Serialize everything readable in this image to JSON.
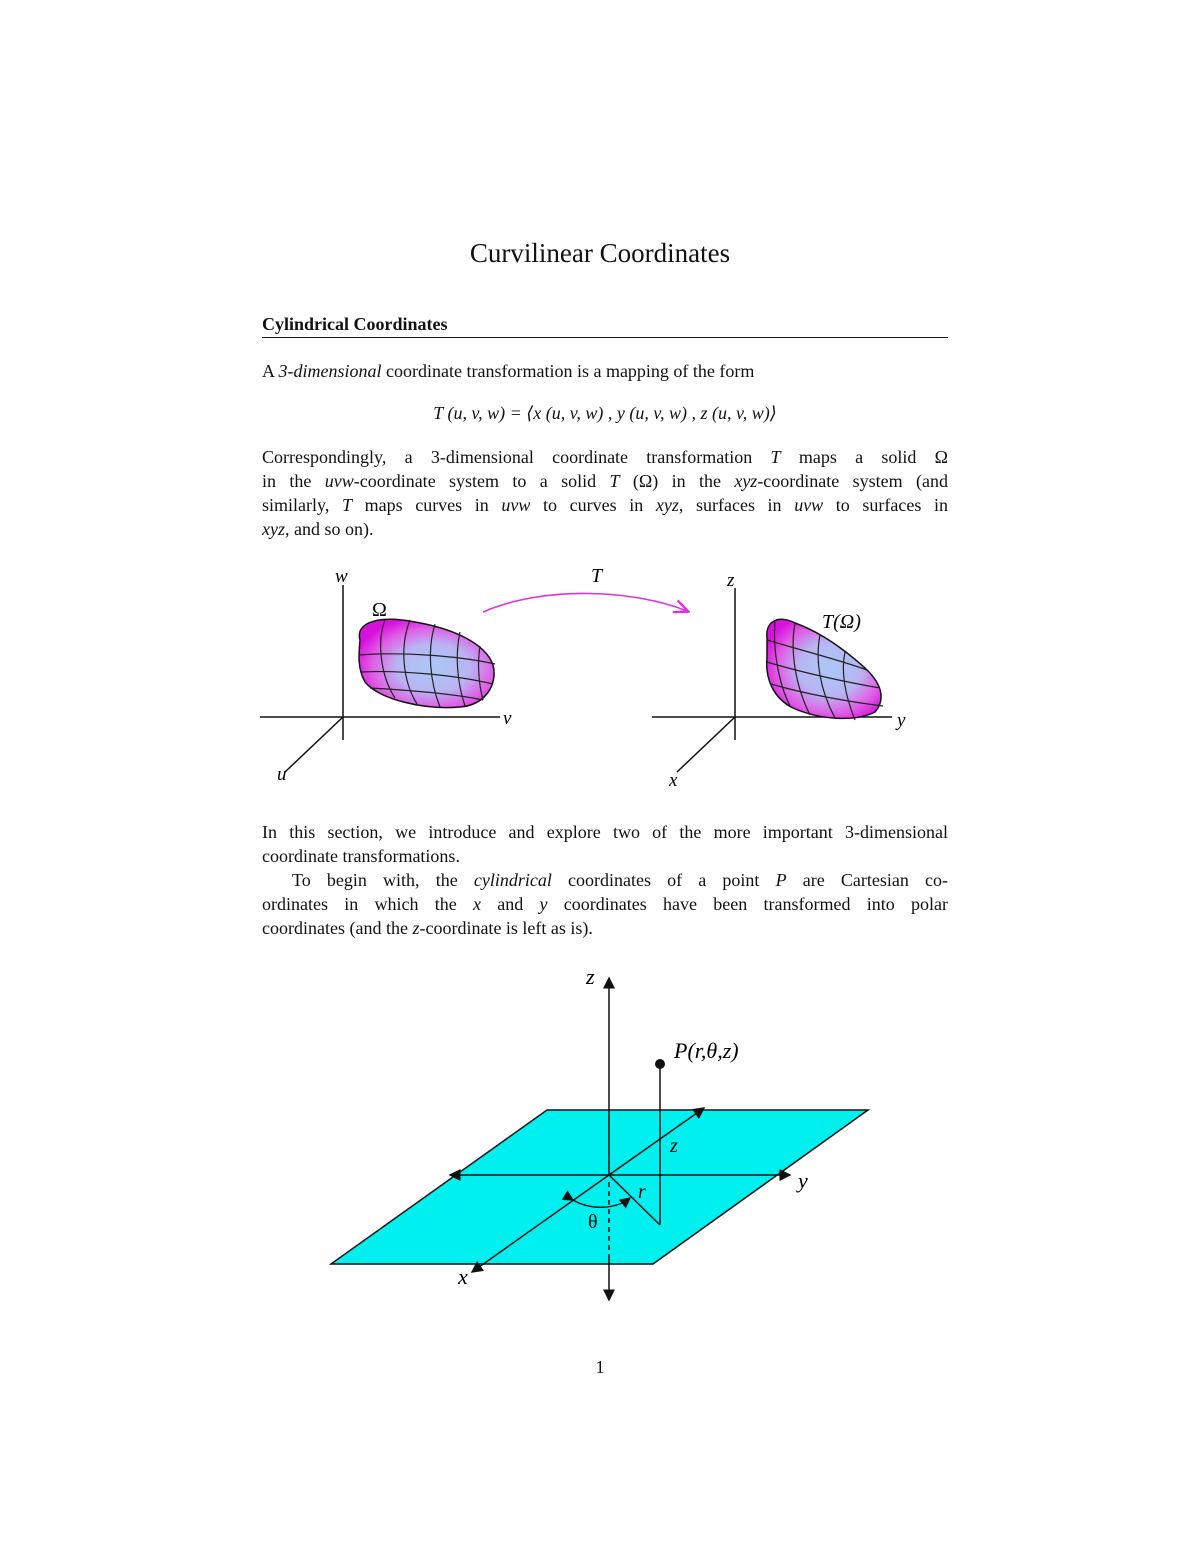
{
  "title": "Curvilinear Coordinates",
  "section": {
    "heading": "Cylindrical Coordinates"
  },
  "intro": {
    "pre": "A ",
    "emph": "3-dimensional",
    "post": " coordinate transformation is a mapping of the form"
  },
  "equation": "T (u, v, w) = ⟨x (u, v, w) , y (u, v, w) , z (u, v, w)⟩",
  "para2": {
    "l1a": "Correspondingly, a 3-dimensional coordinate transformation ",
    "l1b": "T",
    "l1c": " maps a solid Ω",
    "l2a": "in the ",
    "l2b": "uvw",
    "l2c": "-coordinate system to a solid ",
    "l2d": "T",
    "l2e": " (Ω) in the ",
    "l2f": "xyz",
    "l2g": "-coordinate system (and",
    "l3a": "similarly, ",
    "l3b": "T",
    "l3c": " maps curves in ",
    "l3d": "uvw",
    "l3e": " to curves in ",
    "l3f": "xyz",
    "l3g": ", surfaces in ",
    "l3h": "uvw",
    "l3i": " to surfaces in",
    "l4a": "xyz",
    "l4b": ", and so on)."
  },
  "figure1": {
    "left_axes": {
      "vertical": "w",
      "horizontal": "v",
      "depth": "u"
    },
    "left_region": "Ω",
    "map_label": "T",
    "right_axes": {
      "vertical": "z",
      "horizontal": "y",
      "depth": "x"
    },
    "right_region": "T(Ω)"
  },
  "para3": {
    "l1": "In this section, we introduce and explore two of the more important 3-dimensional",
    "l2": "coordinate transformations."
  },
  "para4": {
    "l1a": "To begin with, the ",
    "l1b": "cylindrical",
    "l1c": " coordinates of a point ",
    "l1d": "P",
    "l1e": " are Cartesian co-",
    "l2a": "ordinates in which the ",
    "l2b": "x",
    "l2c": " and ",
    "l2d": "y",
    "l2e": " coordinates have been transformed into polar",
    "l3a": "coordinates (and the ",
    "l3b": "z",
    "l3c": "-coordinate is left as is)."
  },
  "figure2": {
    "axis_z": "z",
    "axis_y": "y",
    "axis_x": "x",
    "point_label": "P(r,θ,z)",
    "height_label": "z",
    "radius_label": "r",
    "angle_label": "θ"
  },
  "colors": {
    "plane": "#00f0f0",
    "surface": "#e81ae8",
    "surface_highlight": "#9ec4f5",
    "arrow": "#e030e0"
  },
  "page_number": "1"
}
